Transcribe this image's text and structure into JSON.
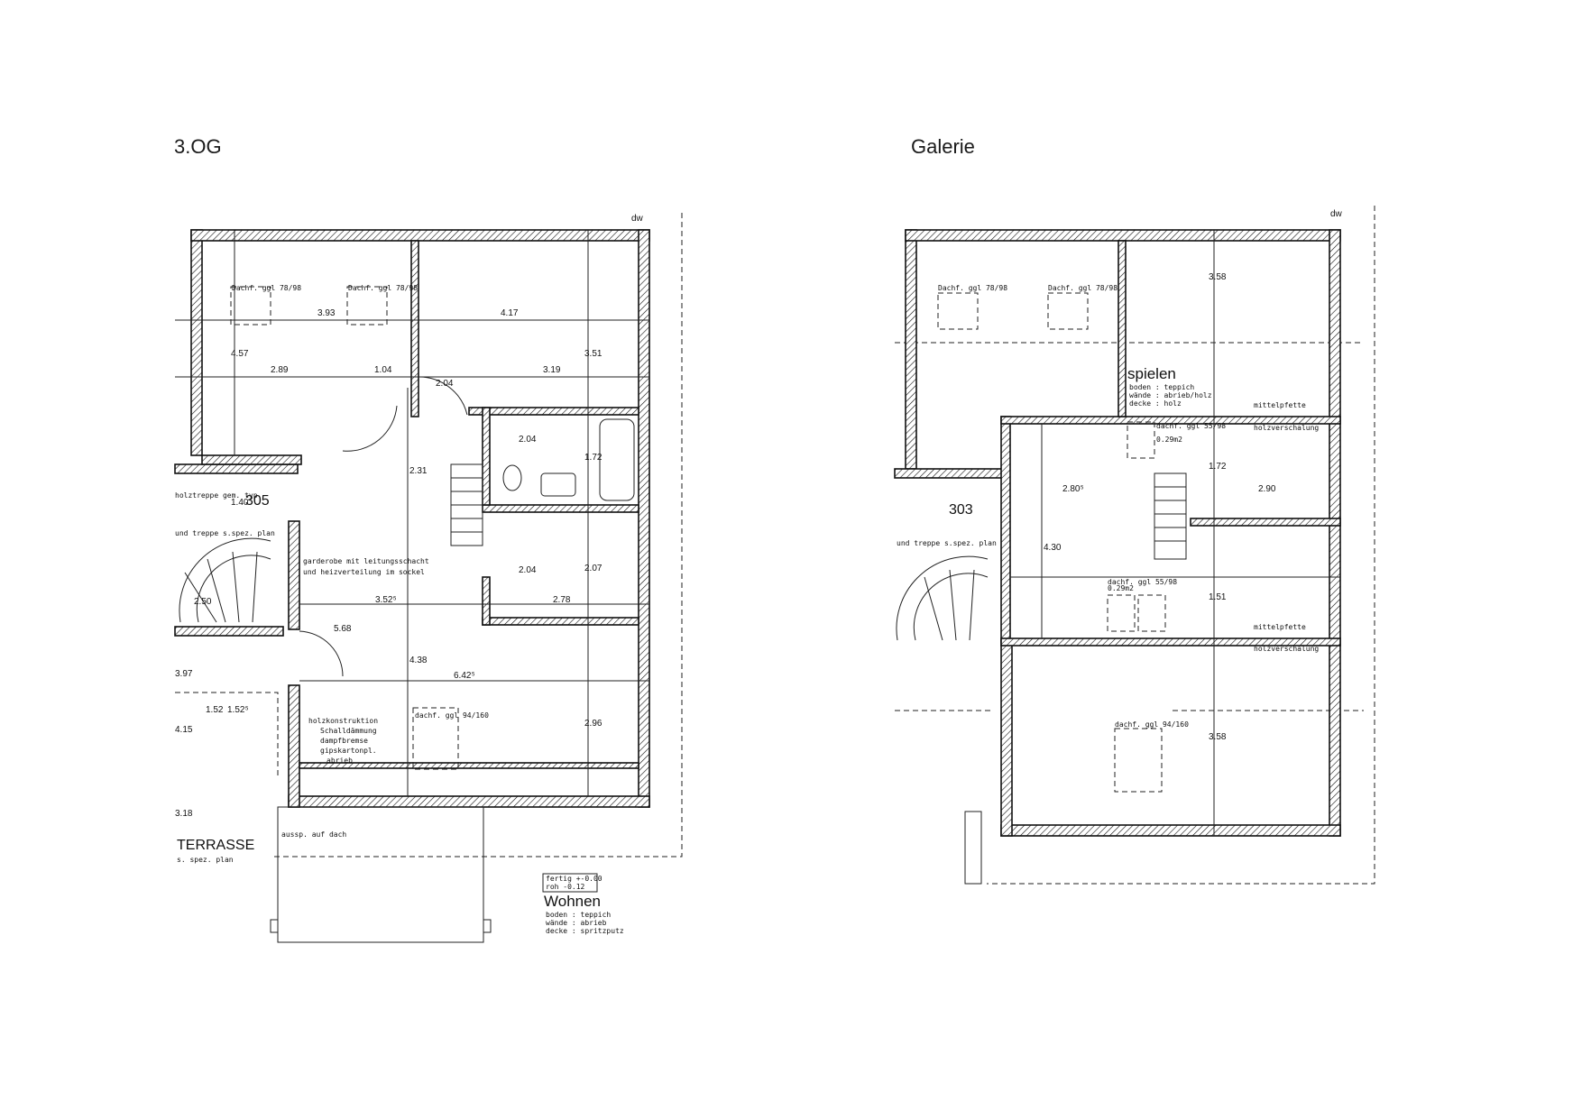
{
  "titles": {
    "left": "3.OG",
    "right": "Galerie"
  },
  "left_plan": {
    "room_number": "305",
    "room_name": "Wohnen",
    "room_info": [
      "fertig +-0.00",
      "roh -0.12",
      "boden : teppich",
      "wände : abrieb",
      "decke : spritzputz"
    ],
    "skylights": [
      "Dachf. ggl 78/98",
      "Dachf. ggl 78/98",
      "dachf. ggl 94/160"
    ],
    "stair_note": "und treppe s.spez. plan",
    "stair_note2": "holztreppe gem. typ",
    "wardrobe_note": [
      "garderobe mit leitungsschacht",
      "und heizverteilung im sockel"
    ],
    "construction_note": [
      "holzkonstruktion",
      "Schalldämmung",
      "dampfbremse",
      "gipskartonpl.",
      "abrieb"
    ],
    "roof_note": "aussp. auf dach",
    "terrace_note": [
      "TERRASSE",
      "s. spez. plan"
    ],
    "dims": [
      "4.17",
      "3.93",
      "2.89",
      "1.04",
      "2.04",
      "3.19",
      "3.51",
      "4.57",
      "1.72",
      "2.07",
      "3.52⁵",
      "2.78",
      "6.42⁵",
      "4.38",
      "5.68",
      "2.96",
      "2.31",
      "1.40",
      "2.50",
      "1.52",
      "1.52⁵",
      "4.15",
      "3.97",
      "3.18",
      "2.04",
      "2.04",
      "dw"
    ]
  },
  "right_plan": {
    "room_number": "303",
    "room_name": "spielen",
    "room_info": [
      "boden : teppich",
      "wände : abrieb/holz",
      "decke : holz"
    ],
    "skylights": [
      "Dachf. ggl 78/98",
      "Dachf. ggl 78/98",
      "dachf. ggl 55/98",
      "dachf. ggl 55/98",
      "dachf. ggl 94/160"
    ],
    "beam_labels": [
      "mittelpfette",
      "holzverschalung",
      "mittelpfette",
      "holzverschalung"
    ],
    "dims": [
      "2.80⁵",
      "2.90",
      "4.30",
      "3.58",
      "3.58",
      "1.72",
      "1.51",
      "0.29m2",
      "0.29m2",
      "dw"
    ],
    "stair_note": "und treppe s.spez. plan"
  }
}
